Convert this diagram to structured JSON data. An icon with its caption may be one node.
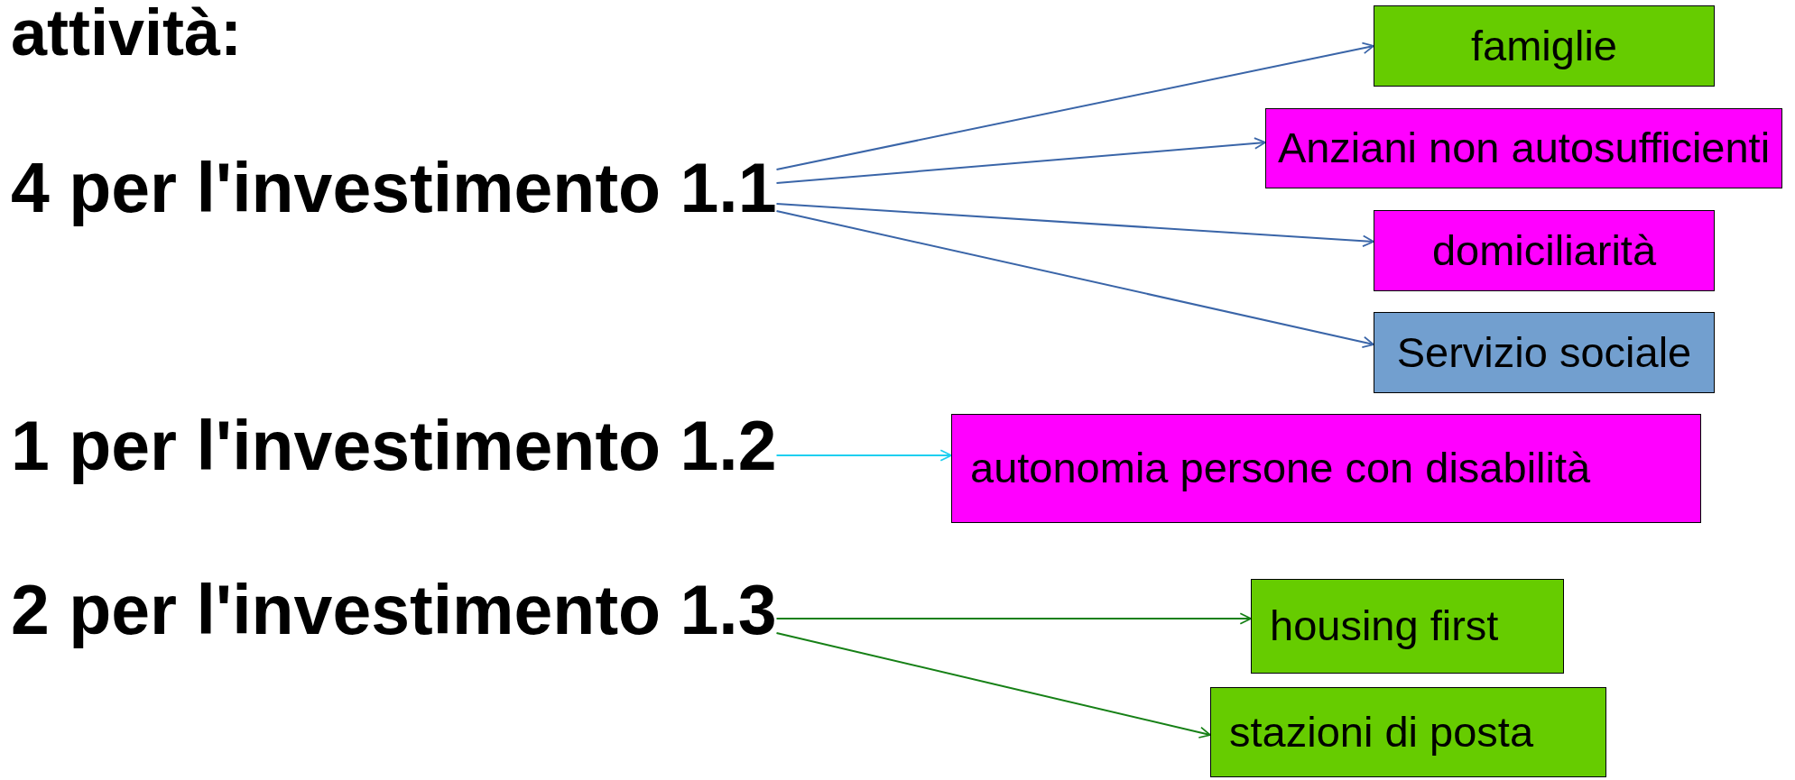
{
  "diagram": {
    "title": "attività:",
    "nodes": [
      {
        "text": [
          "4 per l'investimento 1.1"
        ]
      },
      {
        "text": [
          "1 per l'investimento 1.2"
        ]
      },
      {
        "text": [
          "2 per l'investimento 1.3"
        ]
      },
      {
        "text": [
          "famiglie"
        ]
      },
      {
        "text": [
          "Anziani non autosufficienti"
        ]
      },
      {
        "text": [
          "domiciliarità"
        ]
      },
      {
        "text": [
          "Servizio sociale"
        ]
      },
      {
        "text": [
          "autonomia persone con disabilità"
        ]
      },
      {
        "text": [
          "housing first"
        ]
      },
      {
        "text": [
          "stazioni di posta"
        ]
      }
    ],
    "edges": [
      {
        "from": 0,
        "to": 3,
        "arrow": "to"
      },
      {
        "from": 0,
        "to": 4,
        "arrow": "to"
      },
      {
        "from": 0,
        "to": 5,
        "arrow": "to"
      },
      {
        "from": 0,
        "to": 6,
        "arrow": "to"
      },
      {
        "from": 1,
        "to": 7,
        "arrow": "to",
        "color": "#1ecff0"
      },
      {
        "from": 2,
        "to": 8,
        "arrow": "to",
        "color": "#168016"
      },
      {
        "from": 2,
        "to": 9,
        "arrow": "to",
        "color": "#168016"
      }
    ]
  }
}
